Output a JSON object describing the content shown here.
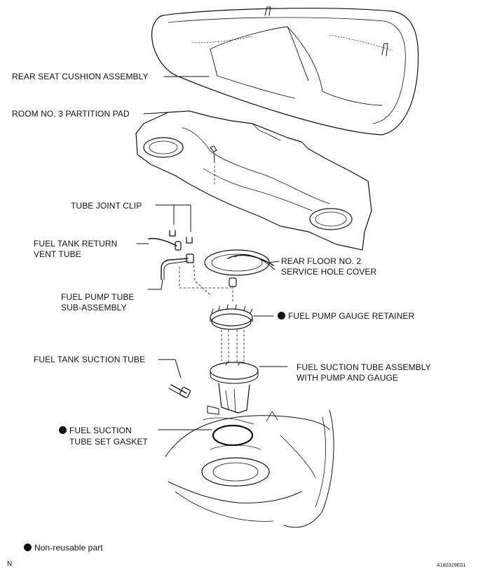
{
  "labels": {
    "rear_seat": "REAR SEAT CUSHION ASSEMBLY",
    "partition_pad": "ROOM NO. 3 PARTITION PAD",
    "tube_joint_clip": "TUBE JOINT CLIP",
    "return_vent_1": "FUEL TANK RETURN",
    "return_vent_2": "VENT TUBE",
    "hole_cover_1": "REAR FLOOR NO. 2",
    "hole_cover_2": "SERVICE HOLE COVER",
    "pump_tube_1": "FUEL PUMP TUBE",
    "pump_tube_2": "SUB-ASSEMBLY",
    "gauge_retainer": "FUEL PUMP GAUGE RETAINER",
    "suction_tube": "FUEL TANK SUCTION TUBE",
    "suction_assy_1": "FUEL SUCTION TUBE ASSEMBLY",
    "suction_assy_2": "WITH PUMP AND GAUGE",
    "gasket_1": "FUEL SUCTION",
    "gasket_2": "TUBE SET GASKET"
  },
  "legend": {
    "text": "Non-reusable part"
  },
  "corner": {
    "left": "N",
    "right": "A180329E01"
  },
  "colors": {
    "line": "#111111",
    "background": "#ffffff"
  }
}
